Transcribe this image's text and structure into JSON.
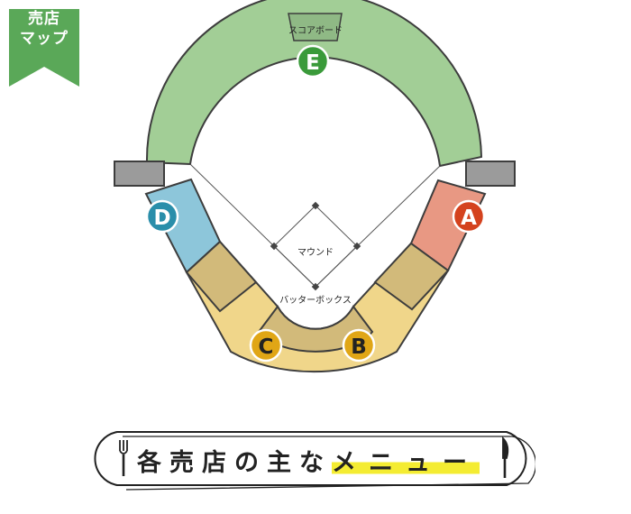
{
  "badge": {
    "line1": "売店",
    "line2": "マップ",
    "color": "#5aa858"
  },
  "labels": {
    "scoreboard": "スコアボード",
    "mound": "マウンド",
    "batter_box": "バッターボックス"
  },
  "shops": {
    "A": {
      "letter": "A",
      "color": "#d4421e"
    },
    "B": {
      "letter": "B",
      "color": "#e0a616"
    },
    "C": {
      "letter": "C",
      "color": "#e0a616"
    },
    "D": {
      "letter": "D",
      "color": "#2a8eaa"
    },
    "E": {
      "letter": "E",
      "color": "#3a9a3a"
    }
  },
  "menu_banner": {
    "prefix": "各売店の主な",
    "highlight": "メニュー"
  }
}
